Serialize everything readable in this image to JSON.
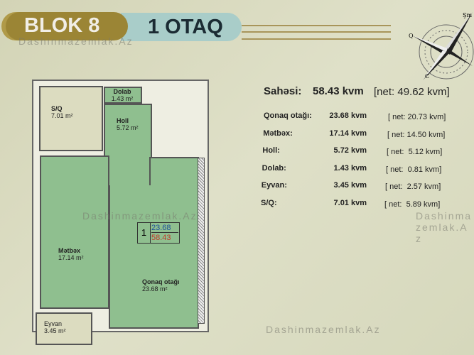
{
  "header": {
    "blok": "BLOK 8",
    "rooms": "1 OTAQ"
  },
  "watermark": "Dashinmazemlak.Az",
  "compass": {
    "north": "Şm",
    "west": "Q",
    "south": "C"
  },
  "plan": {
    "rooms": [
      {
        "name": "S/Q",
        "area": "7.01 m²"
      },
      {
        "name": "Dolab",
        "area": "1.43 m²"
      },
      {
        "name": "Holl",
        "area": "5.72 m²"
      },
      {
        "name": "Mətbəx",
        "area": "17.14 m²"
      },
      {
        "name": "Qonaq otağı",
        "area": "23.68 m²"
      },
      {
        "name": "Eyvan",
        "area": "3.45 m²"
      }
    ],
    "badge": {
      "number": "1",
      "living": "23.68",
      "total": "58.43"
    }
  },
  "summary": {
    "title": "Sahəsi:",
    "total": "58.43 kvm",
    "net": "[net: 49.62 kvm]",
    "rows": [
      {
        "label": "Qonaq otağı:",
        "value": "23.68 kvm",
        "net": "[ net: 20.73 kvm]"
      },
      {
        "label": "Mətbəx:",
        "value": "17.14 kvm",
        "net": "[ net: 14.50 kvm]"
      },
      {
        "label": "Holl:",
        "value": "5.72 kvm",
        "net": "[ net:  5.12 kvm]"
      },
      {
        "label": "Dolab:",
        "value": "1.43 kvm",
        "net": "[ net:  0.81 kvm]"
      },
      {
        "label": "Eyvan:",
        "value": "3.45 kvm",
        "net": "[ net:  2.57 kvm]"
      },
      {
        "label": "S/Q:",
        "value": "7.01 kvm",
        "net": "[ net:  5.89 kvm]"
      }
    ]
  }
}
